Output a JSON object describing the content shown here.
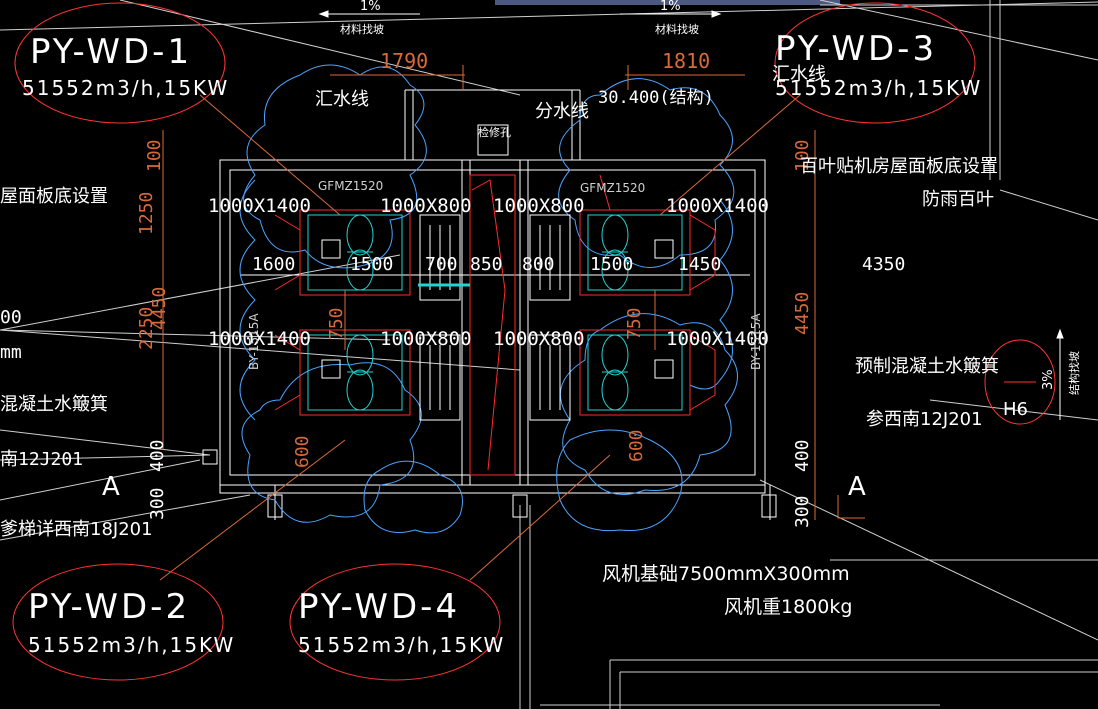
{
  "colors": {
    "background": "#000000",
    "wall": "#ffffff",
    "dimension": "#d86a3a",
    "leader": "#cfcfcf",
    "revision_cloud": "#4aa3ff",
    "fan_equipment": "#22d3d3",
    "red_outline": "#ff2a2a",
    "title_bar": "#4d5a80"
  },
  "fans": [
    {
      "tag": "PY-WD-1",
      "spec": "51552m3/h,15KW"
    },
    {
      "tag": "PY-WD-3",
      "spec": "51552m3/h,15KW"
    },
    {
      "tag": "PY-WD-2",
      "spec": "51552m3/h,15KW"
    },
    {
      "tag": "PY-WD-4",
      "spec": "51552m3/h,15KW"
    }
  ],
  "slopes": {
    "top_left": {
      "pct": "1%",
      "note": "材料找坡"
    },
    "top_right": {
      "pct": "1%",
      "note": "材料找坡"
    },
    "right": {
      "pct": "3%",
      "note": "结构找坡"
    }
  },
  "dimensions": {
    "top_left_width": "1790",
    "top_right_width": "1810",
    "height_100_left": "100",
    "height_100_right": "100",
    "height_1250": "1250",
    "height_2250": "2250",
    "height_4450_left": "4450",
    "height_4450_right": "4450",
    "height_750_left": "750",
    "height_750_right": "750",
    "height_400_left": "400",
    "height_400_right": "400",
    "height_300_left": "300",
    "height_300_right": "300",
    "height_600_left": "600",
    "height_600_right": "600",
    "row_widths": [
      "1600",
      "1500",
      "700",
      "850",
      "800",
      "1500",
      "1450"
    ],
    "right_width": "4350"
  },
  "duct_sizes": {
    "top_row": [
      "1000X1400",
      "1000X800",
      "1000X800",
      "1000X1400"
    ],
    "bottom_row": [
      "1000X1400",
      "1000X800",
      "1000X800",
      "1000X1400"
    ]
  },
  "labels": {
    "huishui_left": "汇水线",
    "huishui_right": "汇水线",
    "fenshui": "分水线",
    "elevation": "30.400(结构)",
    "access_hatch": "检修孔",
    "door_left": "GFMZ1520",
    "door_right": "GFMZ1520",
    "louver_right_1": "百叶贴机房屋面板底设置",
    "louver_right_2": "防雨百叶",
    "louver_left": "屋面板底设置",
    "wall_left": "BY-1515A",
    "wall_right": "BY-1515A",
    "left_frag_00": "00",
    "left_frag_mm": "mm",
    "left_precast": "混凝土水簸箕",
    "left_ref": "南12J201",
    "left_stair": "爹梯详西南18J201",
    "precast_right": "预制混凝土水簸箕",
    "ref_right": "参西南12J201",
    "section_a_left": "A",
    "section_a_right": "A",
    "grid_h6": "H6",
    "fan_base": "风机基础7500mmX300mm",
    "fan_weight": "风机重1800kg"
  }
}
